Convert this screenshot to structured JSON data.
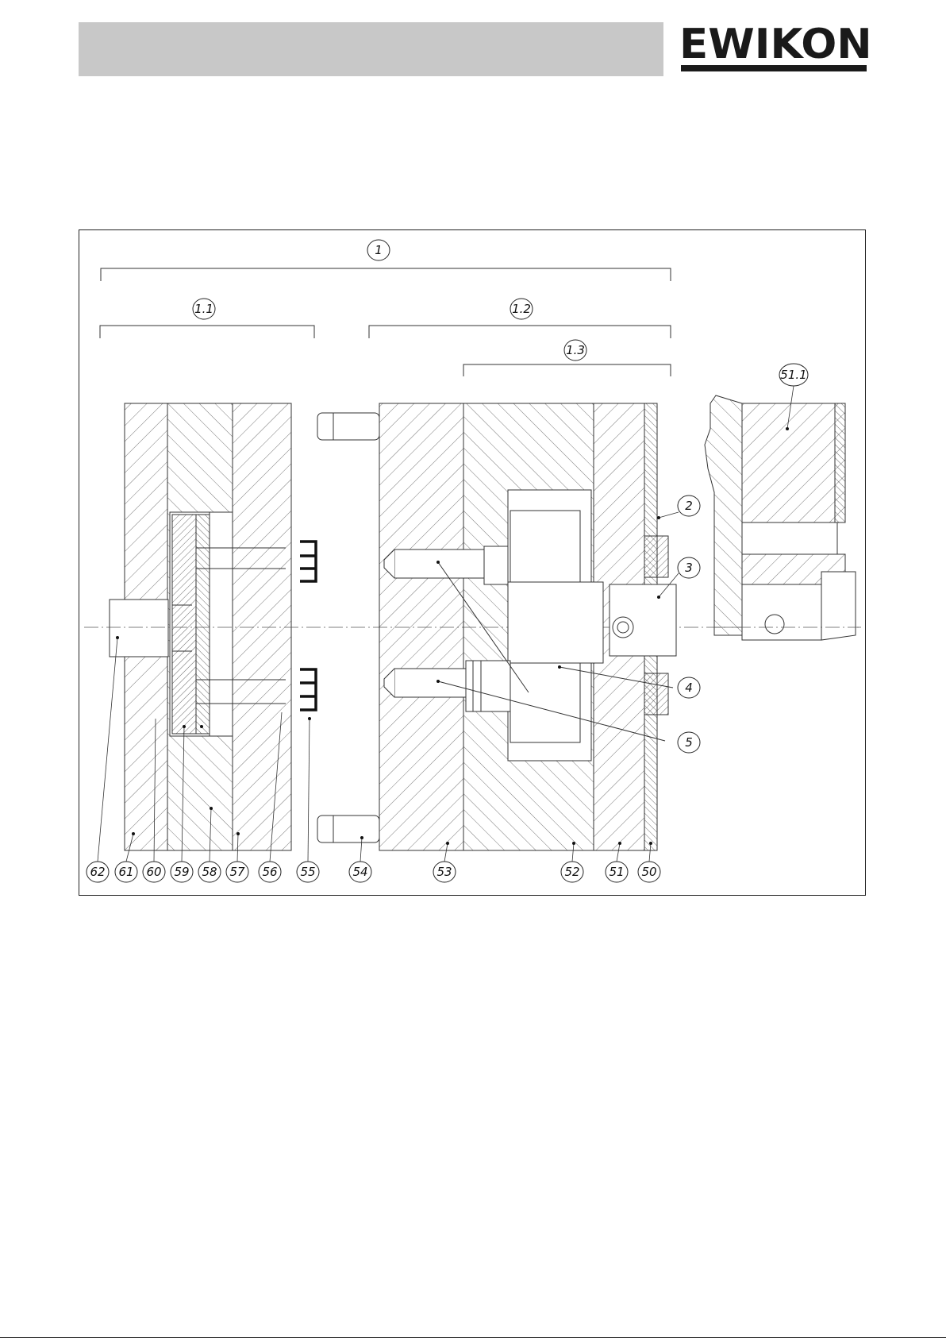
{
  "header": {
    "logo_text": "EWIKON",
    "colors": {
      "bar": "#c8c8c8",
      "ink": "#1a1a1a"
    }
  },
  "diagram": {
    "group_labels": {
      "g1": "1",
      "g11": "1.1",
      "g12": "1.2",
      "g13": "1.3"
    },
    "detail_label": "51.1",
    "callouts": {
      "c2": "2",
      "c3": "3",
      "c4": "4",
      "c5": "5",
      "c50": "50",
      "c51": "51",
      "c52": "52",
      "c53": "53",
      "c54": "54",
      "c55": "55",
      "c56": "56",
      "c57": "57",
      "c58": "58",
      "c59": "59",
      "c60": "60",
      "c61": "61",
      "c62": "62"
    }
  }
}
